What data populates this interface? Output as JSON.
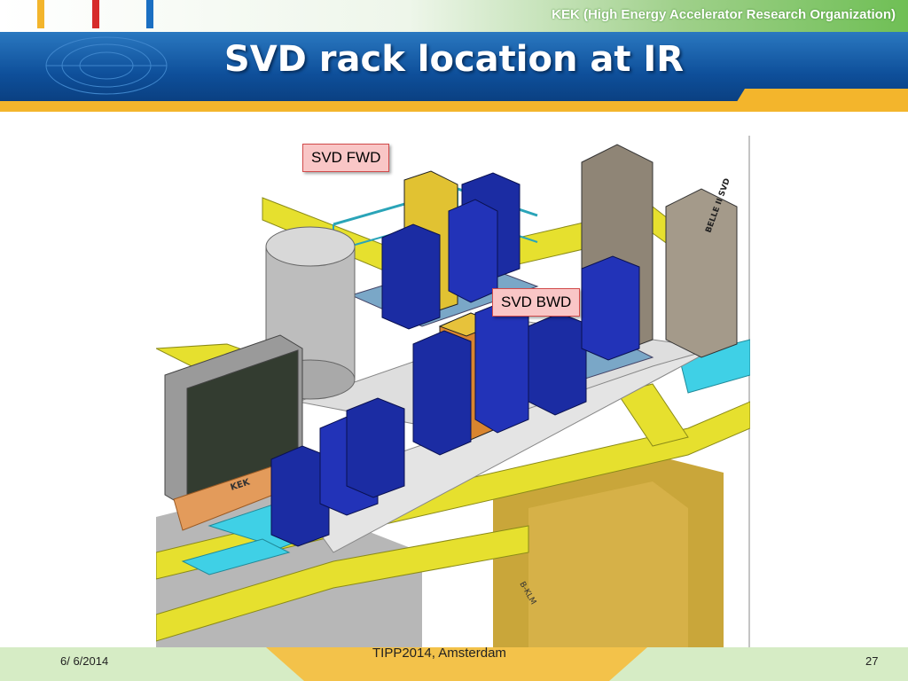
{
  "header": {
    "organization": "KEK (High Energy Accelerator Research Organization)"
  },
  "slide": {
    "title": "SVD rack location at IR"
  },
  "figure": {
    "callouts": {
      "fwd": "SVD FWD",
      "bwd": "SVD BWD"
    },
    "rack_labels": {
      "belle_svd": "BELLE II SVD",
      "kek": "KEK",
      "b_klm": "B-KLM"
    }
  },
  "footer": {
    "date": "6/ 6/2014",
    "conference": "TIPP2014, Amsterdam",
    "page": "27"
  },
  "colors": {
    "title_blue": "#0e4f9a",
    "accent_orange": "#f3b52c",
    "header_green": "#6fbf55",
    "callout_fill": "#f9c6c6"
  }
}
